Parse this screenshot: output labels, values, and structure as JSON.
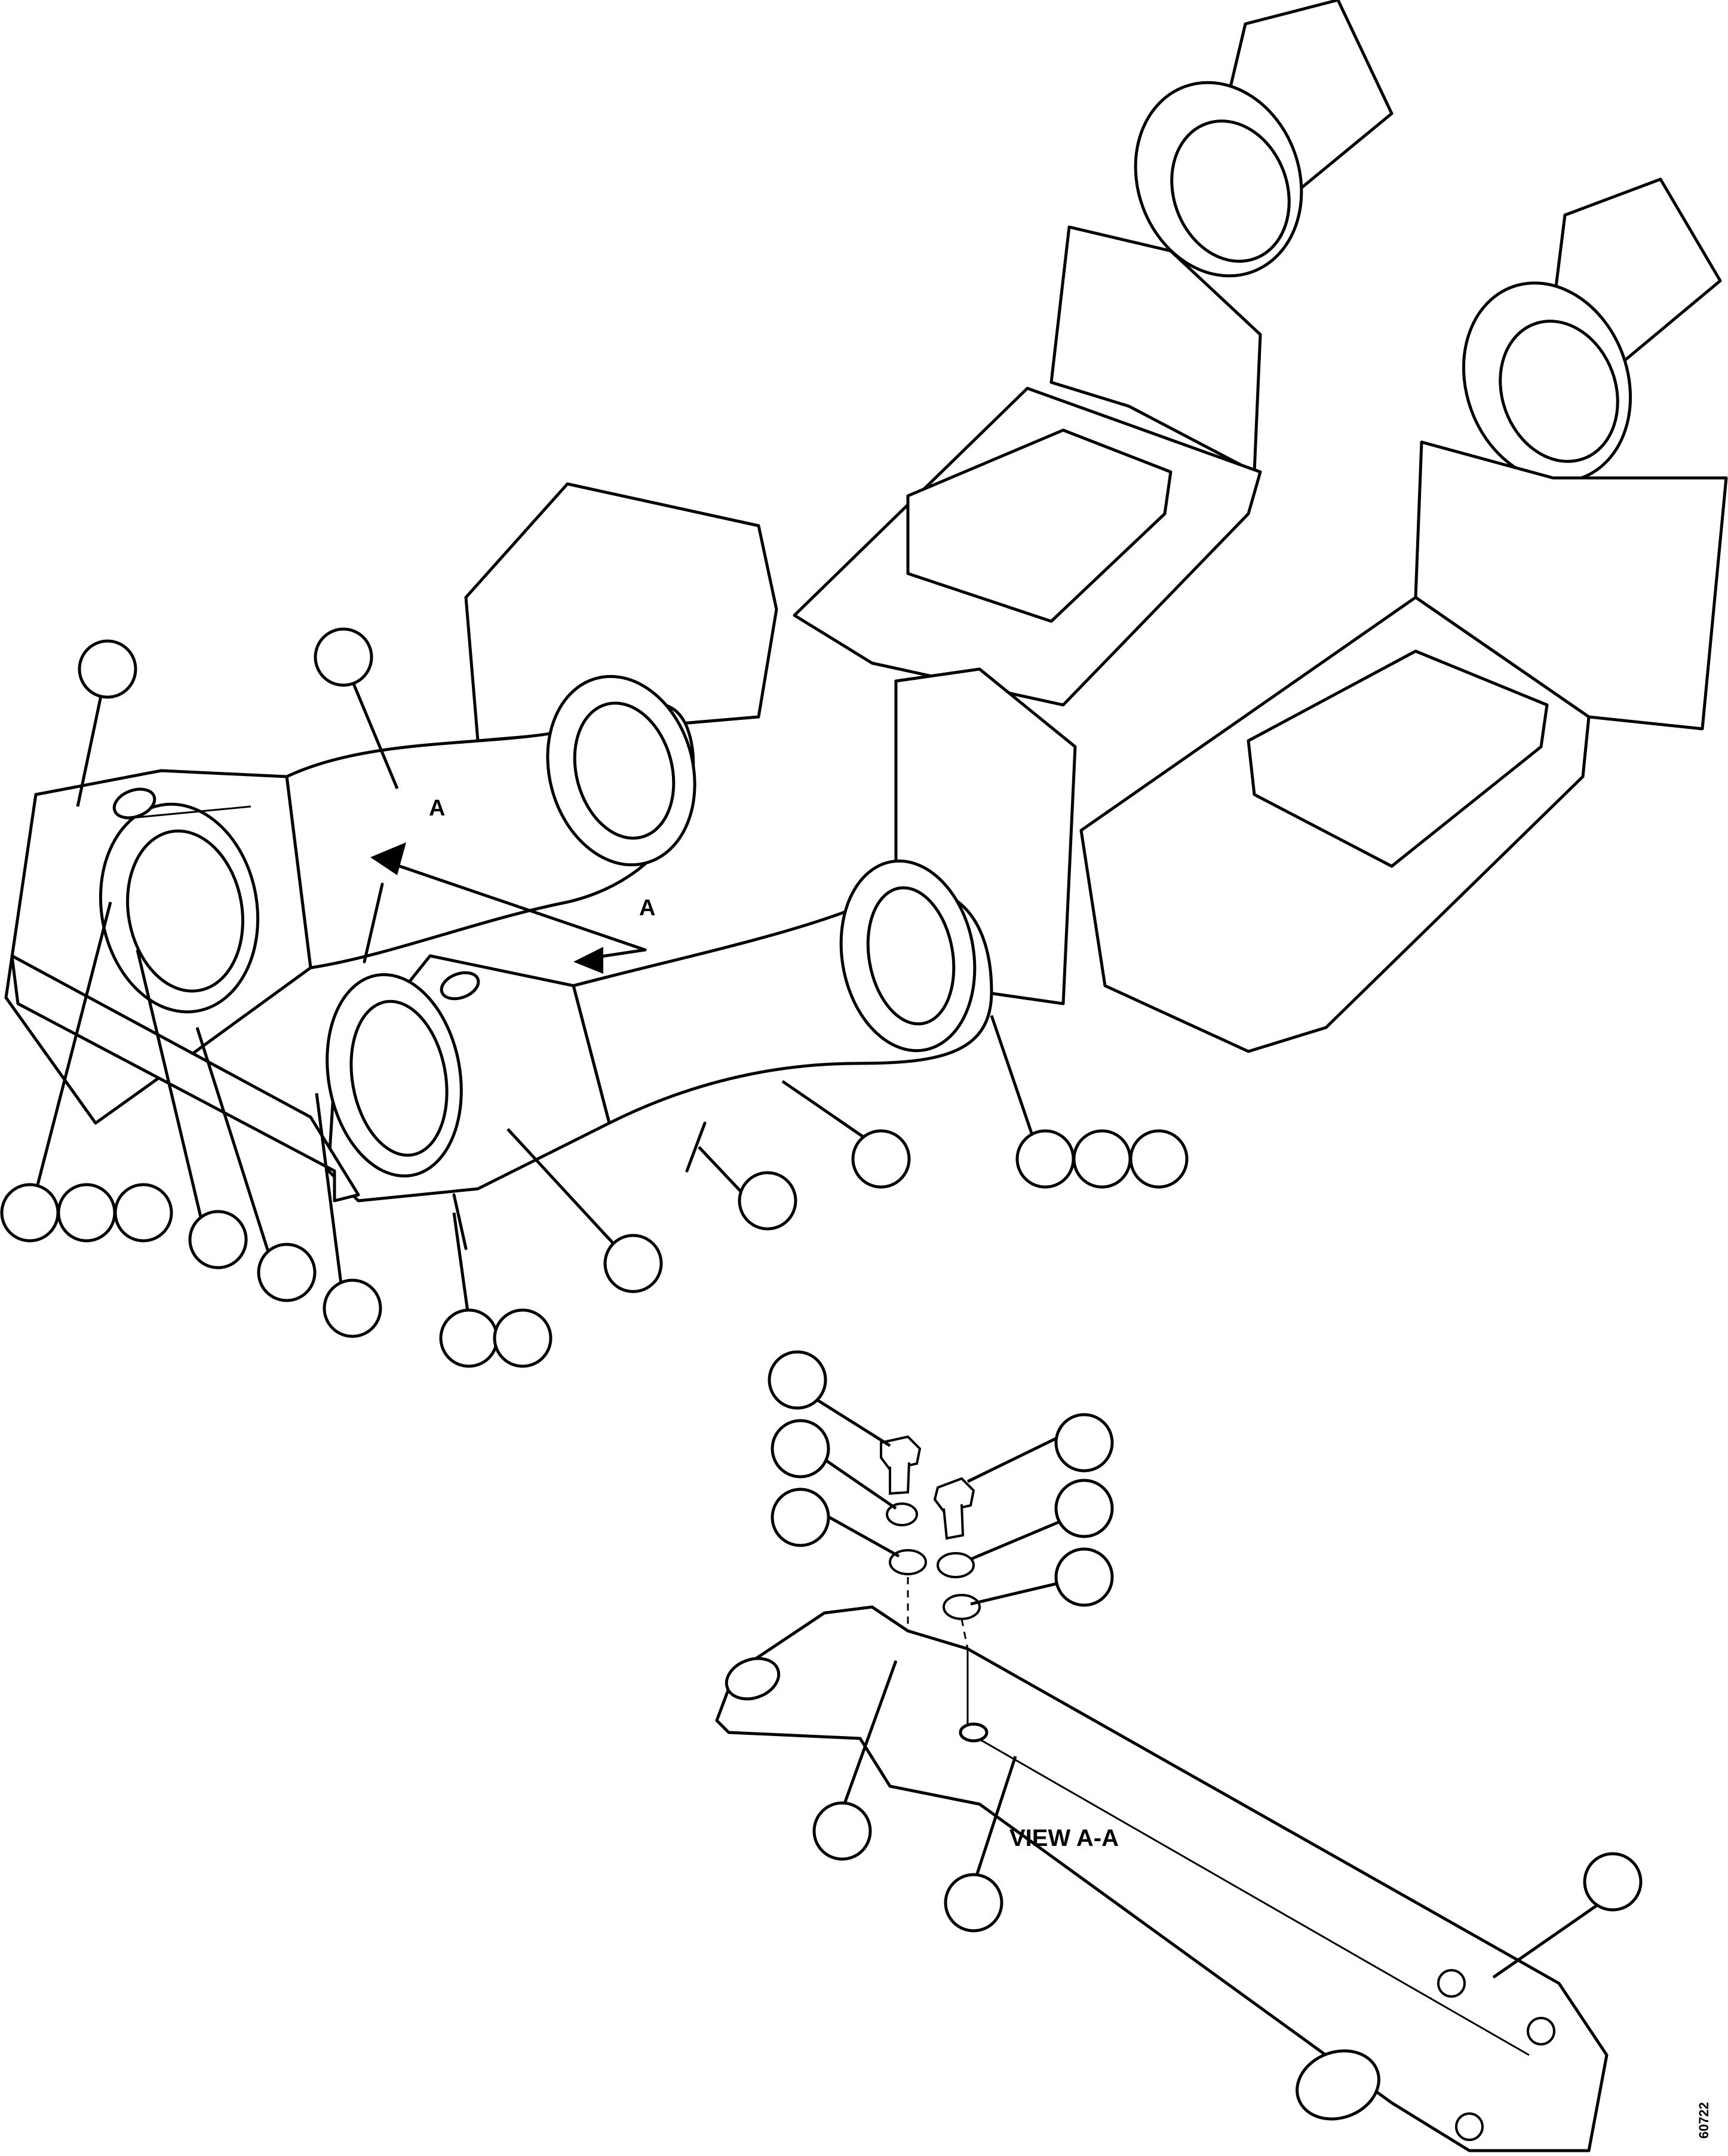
{
  "labels": {
    "section_a_1": "A",
    "section_a_2": "A",
    "view_title": "VIEW A-A",
    "drawing_id": "60722"
  },
  "colors": {
    "line": "#000000",
    "background": "#ffffff"
  }
}
